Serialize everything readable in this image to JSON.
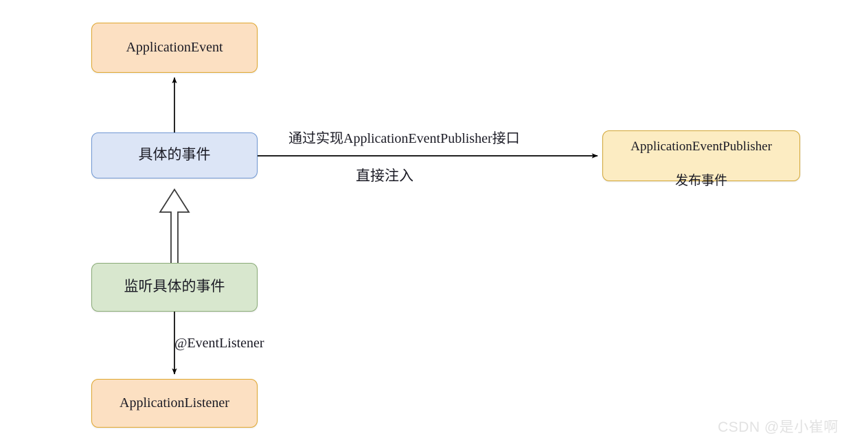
{
  "diagram": {
    "type": "spring-event-flow",
    "background_color": "#ffffff",
    "nodes": [
      {
        "id": "application-event",
        "label": "ApplicationEvent",
        "fill": "#fce0c2",
        "stroke": "#e0a72f"
      },
      {
        "id": "concrete-event",
        "label": "具体的事件",
        "fill": "#dce5f6",
        "stroke": "#7098d4"
      },
      {
        "id": "listen-concrete-event",
        "label": "监听具体的事件",
        "fill": "#d8e7ce",
        "stroke": "#8aab77"
      },
      {
        "id": "application-listener",
        "label": "ApplicationListener",
        "fill": "#fce0c2",
        "stroke": "#e0a72f"
      },
      {
        "id": "application-event-publisher",
        "label_line1": "ApplicationEventPublisher",
        "label_line2": "发布事件",
        "fill": "#fcecc2",
        "stroke": "#d3a736"
      }
    ],
    "edges": [
      {
        "id": "concrete-event-to-application-event",
        "from": "concrete-event",
        "to": "application-event",
        "label": "",
        "arrow": "solid-filled"
      },
      {
        "id": "listen-to-concrete-event",
        "from": "listen-concrete-event",
        "to": "concrete-event",
        "label": "",
        "arrow": "hollow-triangle-generalization"
      },
      {
        "id": "listen-to-application-listener",
        "from": "listen-concrete-event",
        "to": "application-listener",
        "label": "@EventListener",
        "arrow": "solid-filled"
      },
      {
        "id": "concrete-event-to-publisher",
        "from": "concrete-event",
        "to": "application-event-publisher",
        "label_above": "通过实现ApplicationEventPublisher接口",
        "label_below": "直接注入",
        "arrow": "solid-filled"
      }
    ],
    "line_color": "#000000"
  },
  "watermark": {
    "text": "CSDN @是小崔啊",
    "color": "#e2e2e2"
  }
}
